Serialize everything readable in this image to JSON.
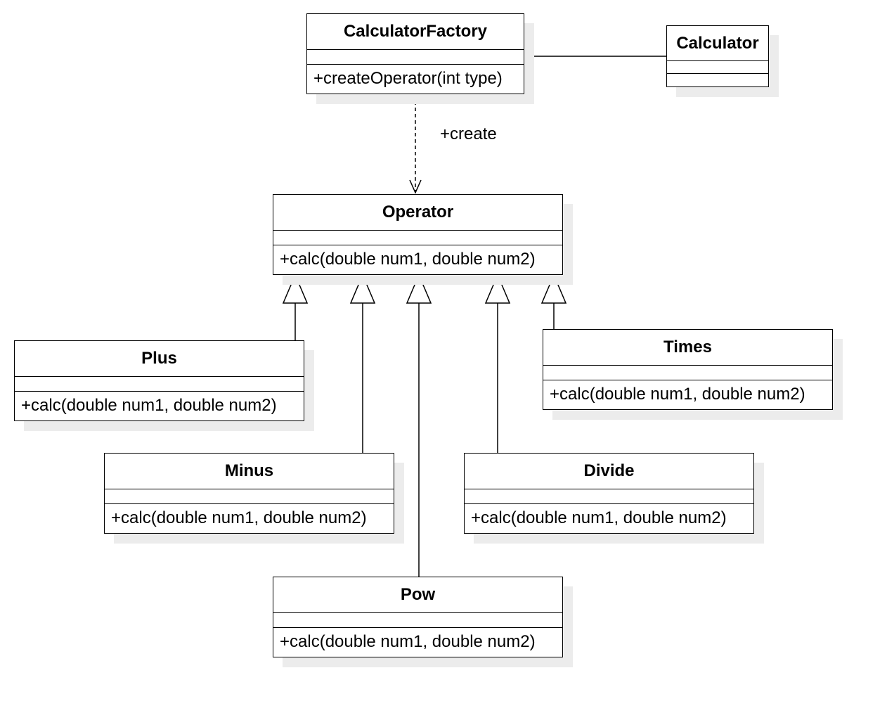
{
  "classes": {
    "calculator_factory": {
      "name": "CalculatorFactory",
      "operation": "+createOperator(int type)"
    },
    "calculator": {
      "name": "Calculator"
    },
    "operator": {
      "name": "Operator",
      "operation": "+calc(double num1, double num2)"
    },
    "plus": {
      "name": "Plus",
      "operation": "+calc(double num1, double num2)"
    },
    "minus": {
      "name": "Minus",
      "operation": "+calc(double num1, double num2)"
    },
    "pow": {
      "name": "Pow",
      "operation": "+calc(double num1, double num2)"
    },
    "divide": {
      "name": "Divide",
      "operation": "+calc(double num1, double num2)"
    },
    "times": {
      "name": "Times",
      "operation": "+calc(double num1, double num2)"
    }
  },
  "relations": {
    "factory_creates_operator": {
      "label": "+create",
      "type": "dependency"
    },
    "factory_calculator": {
      "type": "association"
    },
    "generalizations": [
      "Plus",
      "Minus",
      "Pow",
      "Divide",
      "Times"
    ]
  },
  "colors": {
    "line": "#000000",
    "shadow": "#ececec",
    "background": "#ffffff"
  }
}
